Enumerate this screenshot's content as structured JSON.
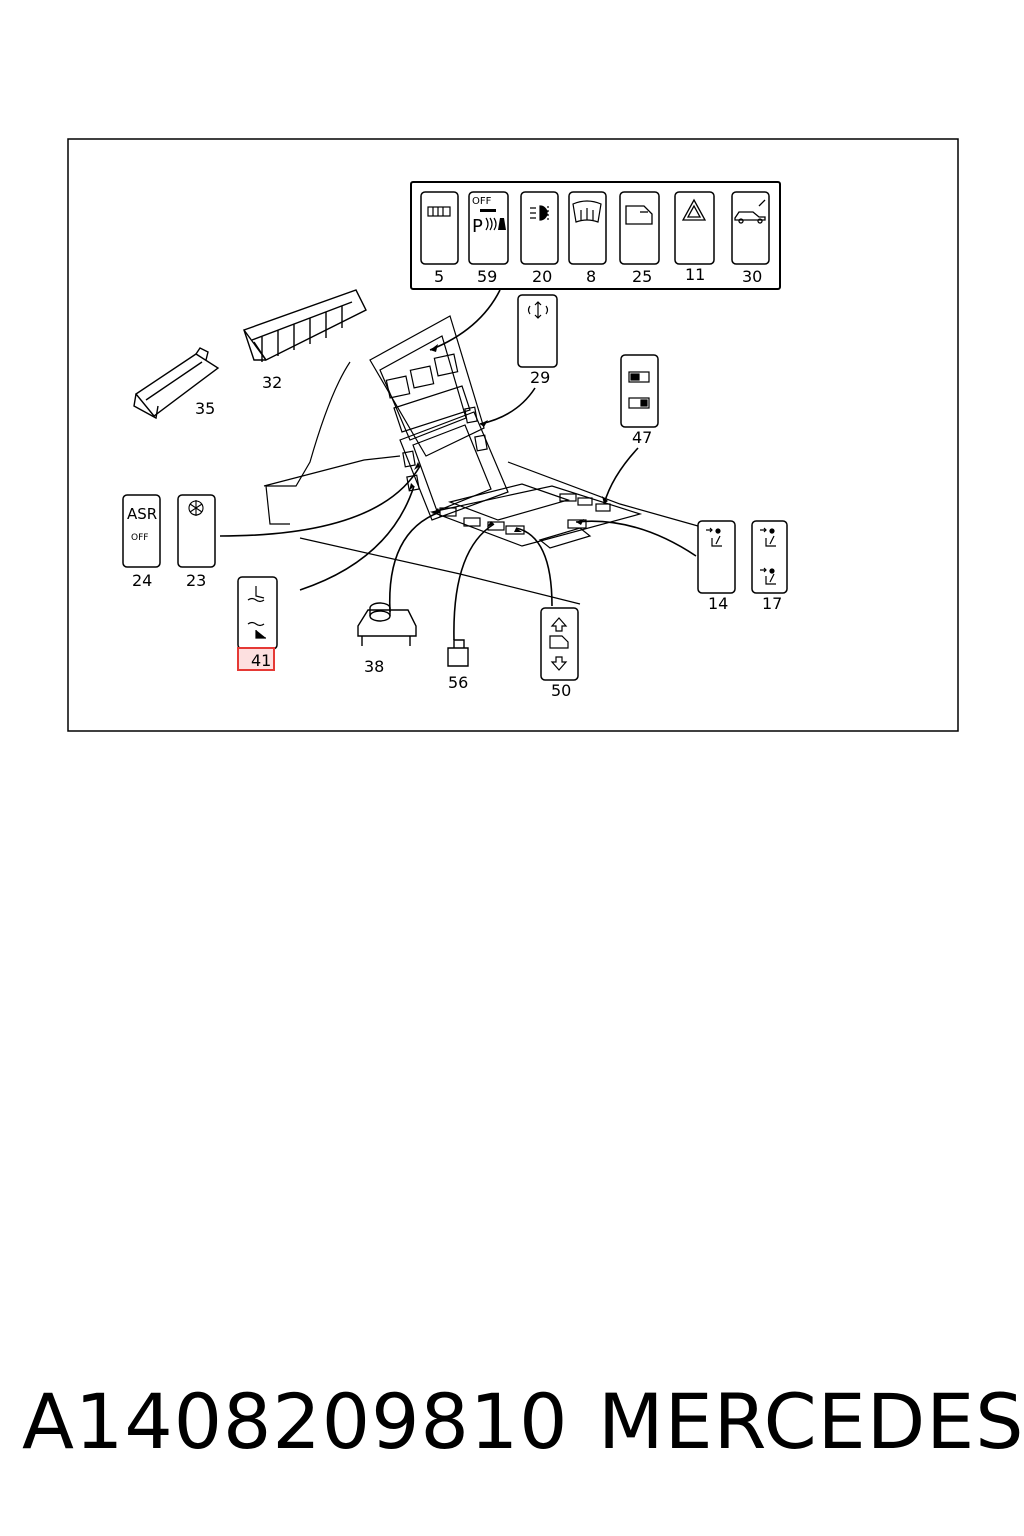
{
  "callouts": {
    "c5": "5",
    "c59": "59",
    "c20": "20",
    "c8": "8",
    "c25": "25",
    "c11": "11",
    "c30": "30",
    "c29": "29",
    "c47": "47",
    "c32": "32",
    "c35": "35",
    "c24": "24",
    "c23": "23",
    "c41": "41",
    "c38": "38",
    "c56": "56",
    "c50": "50",
    "c14": "14",
    "c17": "17"
  },
  "switch_text": {
    "off_top": "OFF",
    "p_symbol": "P",
    "asr": "ASR",
    "asr_off": "OFF"
  },
  "highlight": {
    "callout": "41",
    "color": "#e53935",
    "fill": "#fde0e0"
  },
  "footer": {
    "part_number": "A1408209810",
    "brand": "MERCEDES"
  }
}
